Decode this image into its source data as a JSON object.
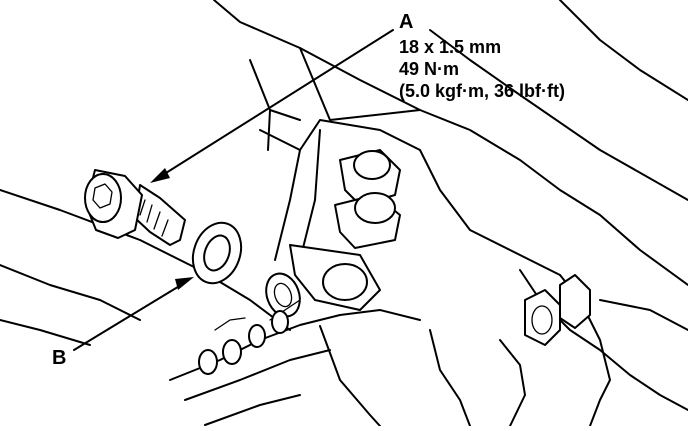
{
  "callouts": {
    "a": {
      "letter": "A",
      "spec_lines": [
        "18 x 1.5 mm",
        "49 N·m",
        "(5.0 kgf·m, 36 lbf·ft)"
      ]
    },
    "b": {
      "letter": "B"
    }
  },
  "parts": [
    {
      "id": "A",
      "icon": "drain-bolt-icon"
    },
    {
      "id": "B",
      "icon": "sealing-washer-icon"
    }
  ],
  "colors": {
    "line": "#000000",
    "background": "#ffffff"
  }
}
